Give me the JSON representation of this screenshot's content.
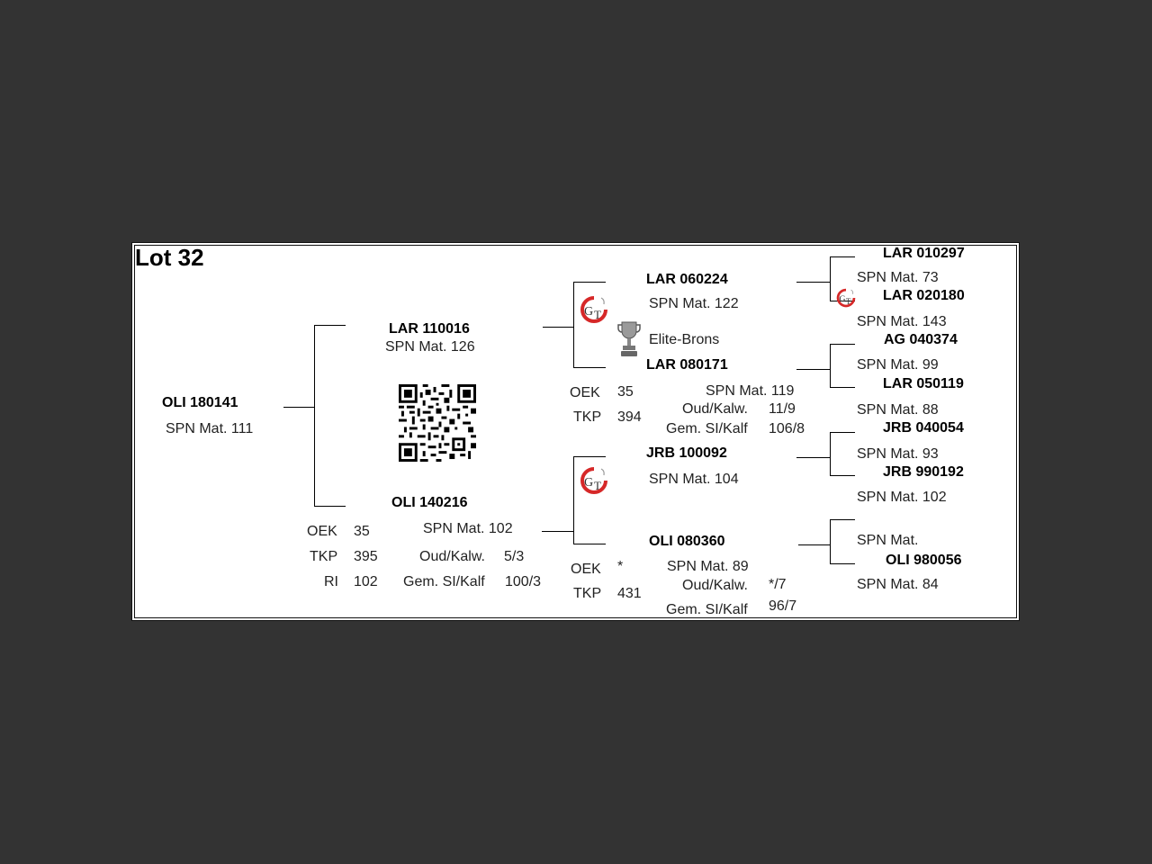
{
  "lot": {
    "title": "Lot 32"
  },
  "animal": {
    "id": "OLI 180141",
    "spn": "SPN Mat. 111"
  },
  "sire": {
    "id": "LAR 110016",
    "spn": "SPN Mat. 126",
    "sire": {
      "id": "LAR 060224",
      "spn": "SPN Mat. 122",
      "sire": {
        "id": "LAR 010297",
        "spn": "SPN Mat. 73"
      },
      "dam": {
        "id": "LAR 020180",
        "spn": "SPN Mat. 143"
      }
    },
    "award": "Elite-Brons",
    "dam": {
      "id": "LAR 080171",
      "spn": "SPN Mat. 119",
      "oek_label": "OEK",
      "oek": "35",
      "tkp_label": "TKP",
      "tkp": "394",
      "oud_label": "Oud/Kalw.",
      "oud": "11/9",
      "gem_label": "Gem. SI/Kalf",
      "gem": "106/8",
      "sire": {
        "id": "AG  040374",
        "spn": "SPN Mat. 99"
      },
      "dam": {
        "id": "LAR 050119",
        "spn": "SPN Mat. 88"
      }
    }
  },
  "dam": {
    "id": "OLI 140216",
    "spn": "SPN Mat. 102",
    "oek_label": "OEK",
    "oek": "35",
    "tkp_label": "TKP",
    "tkp": "395",
    "ri_label": "RI",
    "ri": "102",
    "oud_label": "Oud/Kalw.",
    "oud": "5/3",
    "gem_label": "Gem. SI/Kalf",
    "gem": "100/3",
    "sire": {
      "id": "JRB 100092",
      "spn": "SPN Mat. 104",
      "sire": {
        "id": "JRB 040054",
        "spn": "SPN Mat. 93"
      },
      "dam": {
        "id": "JRB 990192",
        "spn": "SPN Mat. 102"
      }
    },
    "dam": {
      "id": "OLI 080360",
      "spn": "SPN Mat. 89",
      "oek_label": "OEK",
      "oek": "*",
      "tkp_label": "TKP",
      "tkp": "431",
      "oud_label": "Oud/Kalw.",
      "oud": "*/7",
      "gem_label": "Gem. SI/Kalf",
      "gem": "96/7",
      "sire": {
        "id": "",
        "spn": "SPN Mat."
      },
      "dam": {
        "id": "OLI 980056",
        "spn": "SPN Mat. 84"
      }
    }
  },
  "icons": {
    "gt_logo": "gt-logo-icon",
    "trophy": "trophy-icon",
    "qr": "qr-code-icon",
    "logo_colors": {
      "primary": "#d62828",
      "secondary": "#444444"
    }
  }
}
